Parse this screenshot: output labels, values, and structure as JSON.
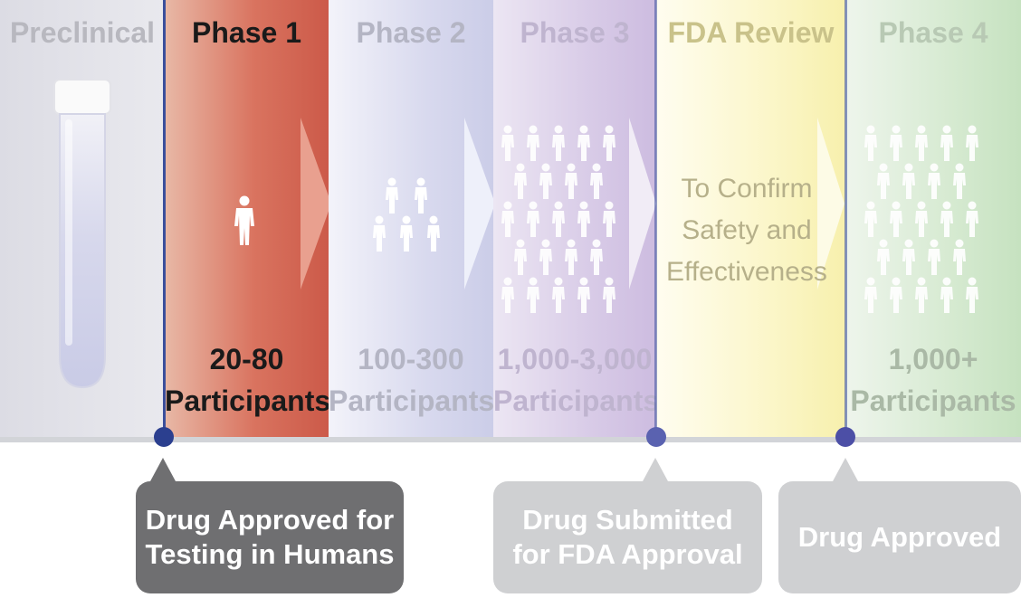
{
  "phases": [
    {
      "title": "Preclinical"
    },
    {
      "title": "Phase 1",
      "count": "20-80",
      "count_label": "Participants"
    },
    {
      "title": "Phase 2",
      "count": "100-300",
      "count_label": "Participants"
    },
    {
      "title": "Phase 3",
      "count": "1,000-3,000",
      "count_label": "Participants"
    },
    {
      "title": "FDA Review",
      "text_lines": [
        "To Confirm",
        "Safety and",
        "Effectiveness"
      ]
    },
    {
      "title": "Phase 4",
      "count": "1,000+",
      "count_label": "Participants"
    }
  ],
  "milestones": [
    {
      "lines": [
        "Drug Approved for",
        "Testing in Humans"
      ]
    },
    {
      "lines": [
        "Drug Submitted",
        "for FDA Approval"
      ]
    },
    {
      "lines": [
        "Drug Approved"
      ]
    }
  ],
  "colors": {
    "phase1_accent": "#cc5a49",
    "divider": "#3b4f9c",
    "callout_active": "#6f6f71",
    "callout_inactive": "#cfd0d2"
  }
}
